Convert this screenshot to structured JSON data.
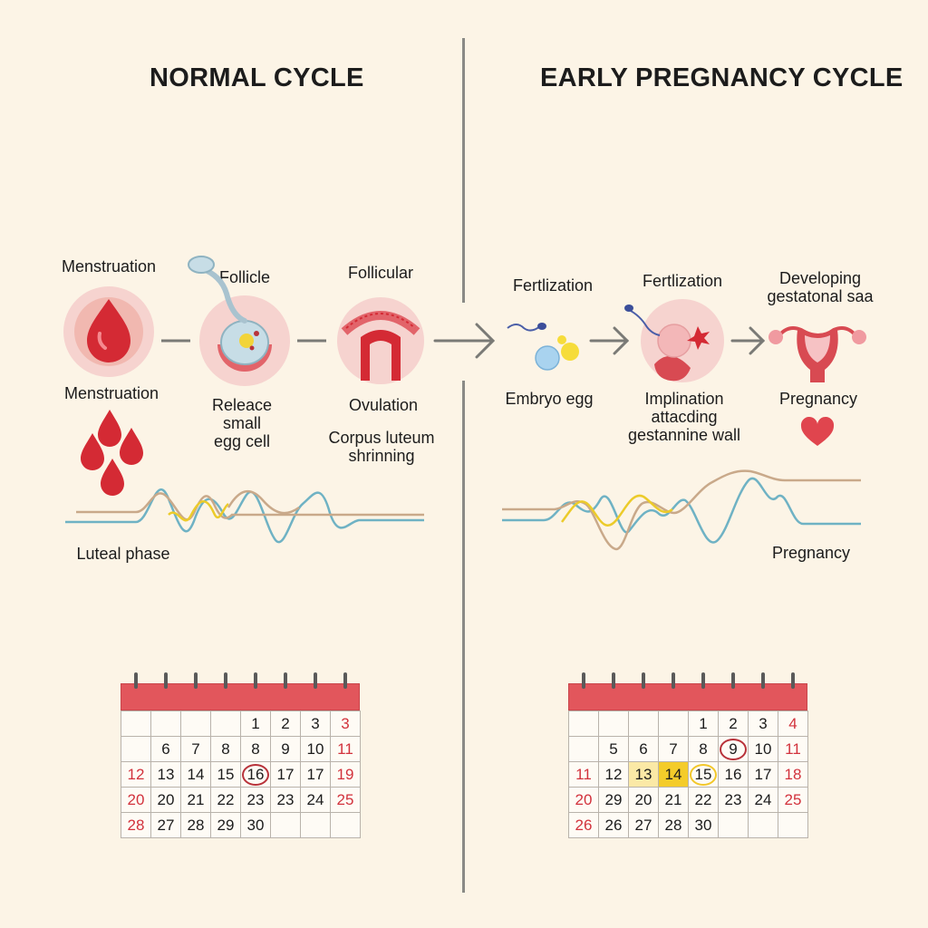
{
  "left": {
    "title": "NORMAL CYCLE",
    "labels": {
      "menstruation_top": "Menstruation",
      "follicle": "Follicle",
      "follicular": "Follicular",
      "menstruation_bottom": "Menstruation",
      "release": "Releace\nsmall\negg cell",
      "ovulation": "Ovulation",
      "corpus": "Corpus luteum\nshrinning",
      "luteal": "Luteal phase"
    },
    "calendar": {
      "rows": [
        [
          {
            "t": ""
          },
          {
            "t": ""
          },
          {
            "t": ""
          },
          {
            "t": ""
          },
          {
            "t": "1"
          },
          {
            "t": "2"
          },
          {
            "t": "3"
          },
          {
            "t": "3",
            "red": true
          }
        ],
        [
          {
            "t": ""
          },
          {
            "t": "6"
          },
          {
            "t": "7"
          },
          {
            "t": "8"
          },
          {
            "t": "8"
          },
          {
            "t": "9"
          },
          {
            "t": "10"
          },
          {
            "t": "11",
            "red": true
          }
        ],
        [
          {
            "t": "12",
            "red": true
          },
          {
            "t": "13"
          },
          {
            "t": "14"
          },
          {
            "t": "15"
          },
          {
            "t": "16",
            "circle": "red"
          },
          {
            "t": "17"
          },
          {
            "t": "17"
          },
          {
            "t": "19",
            "red": true
          }
        ],
        [
          {
            "t": "20",
            "red": true
          },
          {
            "t": "20"
          },
          {
            "t": "21"
          },
          {
            "t": "22"
          },
          {
            "t": "23"
          },
          {
            "t": "23"
          },
          {
            "t": "24"
          },
          {
            "t": "25",
            "red": true
          }
        ],
        [
          {
            "t": "28",
            "red": true
          },
          {
            "t": "27"
          },
          {
            "t": "28"
          },
          {
            "t": "29"
          },
          {
            "t": "30"
          },
          {
            "t": ""
          },
          {
            "t": ""
          },
          {
            "t": ""
          }
        ]
      ]
    }
  },
  "right": {
    "title": "EARLY PREGNANCY CYCLE",
    "labels": {
      "fertilization_1": "Fertlization",
      "fertilization_2": "Fertlization",
      "developing": "Developing\ngestatonal saa",
      "embryo": "Embryo egg",
      "implantation": "Implination\nattacding\ngestannine wall",
      "pregnancy_top": "Pregnancy",
      "pregnancy_bottom": "Pregnancy"
    },
    "calendar": {
      "rows": [
        [
          {
            "t": ""
          },
          {
            "t": ""
          },
          {
            "t": ""
          },
          {
            "t": ""
          },
          {
            "t": "1"
          },
          {
            "t": "2"
          },
          {
            "t": "3"
          },
          {
            "t": "4",
            "red": true
          }
        ],
        [
          {
            "t": ""
          },
          {
            "t": "5"
          },
          {
            "t": "6"
          },
          {
            "t": "7"
          },
          {
            "t": "8"
          },
          {
            "t": "9",
            "circle": "red"
          },
          {
            "t": "10"
          },
          {
            "t": "11",
            "red": true
          }
        ],
        [
          {
            "t": "11",
            "red": true
          },
          {
            "t": "12"
          },
          {
            "t": "13",
            "hl": "light"
          },
          {
            "t": "14",
            "hl": "strong"
          },
          {
            "t": "15",
            "circle": "yellow"
          },
          {
            "t": "16"
          },
          {
            "t": "17"
          },
          {
            "t": "18",
            "red": true
          }
        ],
        [
          {
            "t": "20",
            "red": true
          },
          {
            "t": "29"
          },
          {
            "t": "20"
          },
          {
            "t": "21"
          },
          {
            "t": "22"
          },
          {
            "t": "23"
          },
          {
            "t": "24"
          },
          {
            "t": "25",
            "red": true
          }
        ],
        [
          {
            "t": "26",
            "red": true
          },
          {
            "t": "26"
          },
          {
            "t": "27"
          },
          {
            "t": "28"
          },
          {
            "t": "30"
          },
          {
            "t": ""
          },
          {
            "t": ""
          },
          {
            "t": ""
          }
        ]
      ]
    }
  },
  "colors": {
    "blood": "#d42a34",
    "pink_circle": "#f6d3cf",
    "wave_blue": "#6fb2c4",
    "wave_yellow": "#eccb2a",
    "wave_tan": "#c9a98a",
    "calendar_header": "#e2565c",
    "heart": "#e0454e"
  }
}
